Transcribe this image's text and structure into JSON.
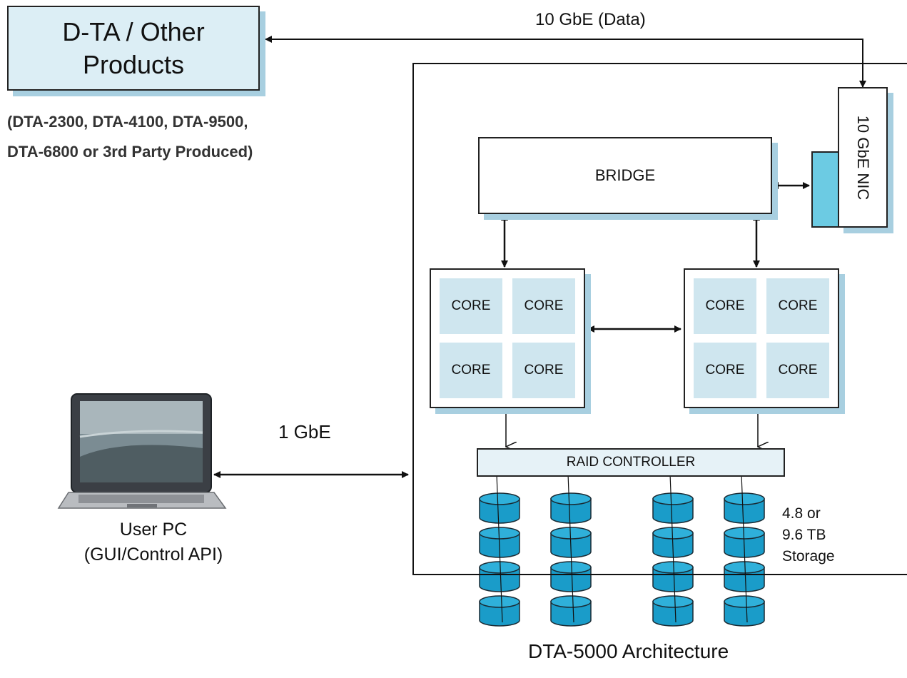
{
  "external_box": {
    "line1": "D-TA / Other",
    "line2": "Products"
  },
  "external_sub": {
    "line1": "(DTA-2300, DTA-4100, DTA-9500,",
    "line2": "DTA-6800 or 3rd Party Produced)"
  },
  "link_data": "10 GbE (Data)",
  "link_control": "1 GbE",
  "user_pc": {
    "line1": "User PC",
    "line2": "(GUI/Control API)"
  },
  "bridge": "BRIDGE",
  "nic": "10 GbE NIC",
  "core_label": "CORE",
  "raid": "RAID CONTROLLER",
  "storage": {
    "line1": "4.8 or",
    "line2": "9.6 TB",
    "line3": "Storage"
  },
  "title": "DTA-5000 Architecture",
  "colors": {
    "box_fill": "#dceef5",
    "shadow": "#a8cfe0",
    "core_fill": "#cfe6ef",
    "disk_fill": "#1a9cc9"
  }
}
